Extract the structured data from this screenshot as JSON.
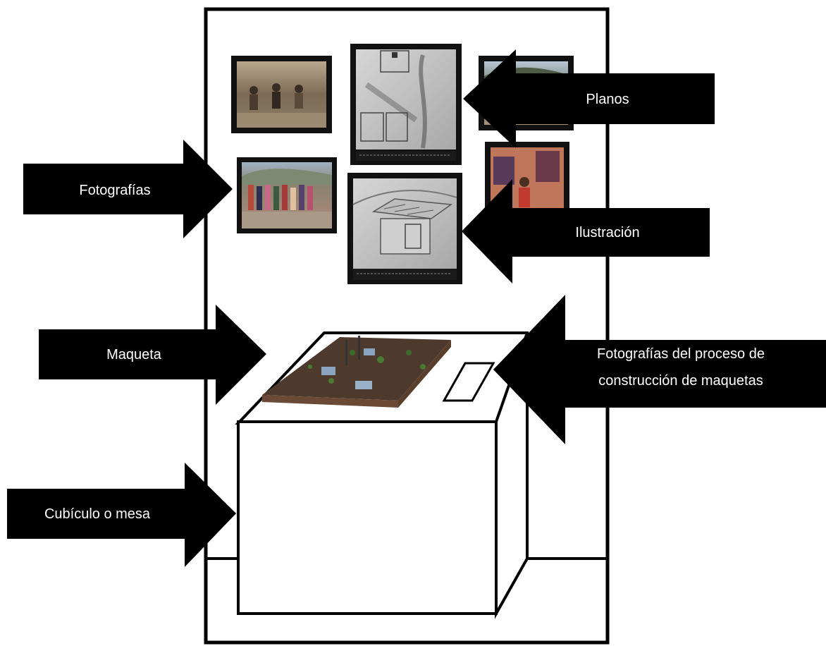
{
  "labels": {
    "planos": "Planos",
    "fotografias": "Fotografías",
    "ilustracion": "Ilustración",
    "maqueta": "Maqueta",
    "proceso_line1": "Fotografías del proceso de",
    "proceso_line2": "construcción de maquetas",
    "cubiculo": "Cubículo o mesa"
  },
  "images": {
    "photo_workers": "photo-of-workers",
    "plan_drawing": "architectural-plan-drawing",
    "photo_mountains": "photo-of-mountains",
    "photo_group": "group-photo",
    "illustration_house": "house-illustration",
    "photo_person_textiles": "photo-of-person-with-textiles",
    "model": "architectural-model"
  },
  "colors": {
    "arrow": "#000000",
    "label_text": "#ffffff",
    "frame": "#000000",
    "background": "#ffffff"
  }
}
